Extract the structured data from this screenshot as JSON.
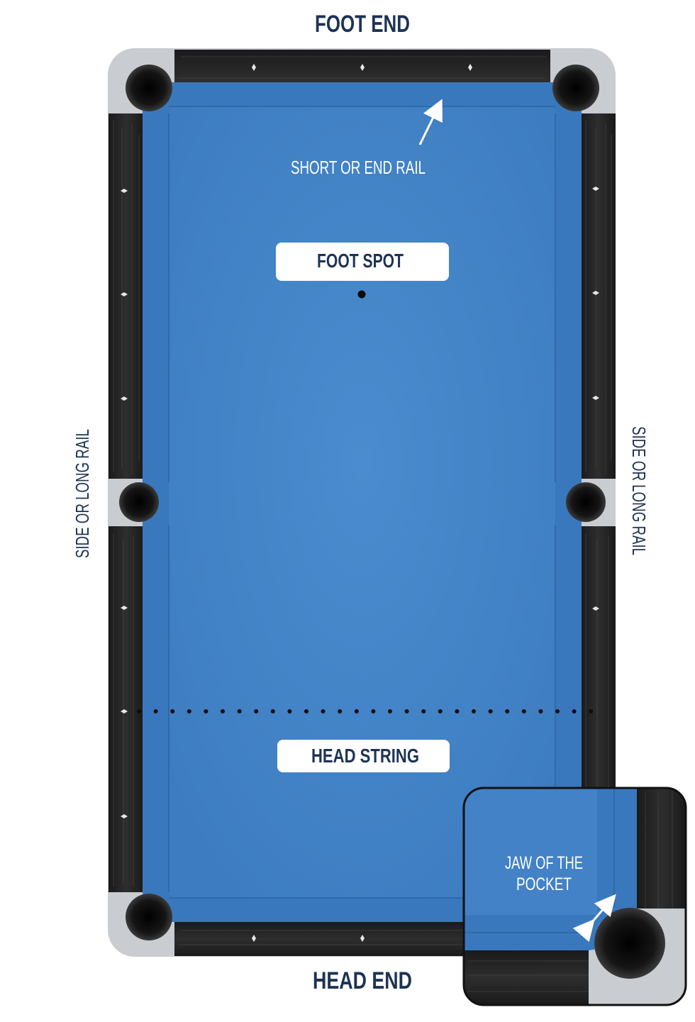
{
  "labels": {
    "foot_end": "FOOT END",
    "head_end": "HEAD END",
    "short_rail": "SHORT OR END RAIL",
    "side_rail_left": "SIDE OR LONG RAIL",
    "side_rail_right": "SIDE OR LONG RAIL",
    "foot_spot": "FOOT SPOT",
    "head_string": "HEAD STRING",
    "jaw_line1": "JAW OF THE",
    "jaw_line2": "POCKET"
  },
  "colors": {
    "navy_text": "#1d3354",
    "felt": "#4382c6",
    "felt_light": "#4a8ccf",
    "cushion": "#3a78bd",
    "rail_wood": "#242424",
    "corner_cap": "#c9ccd1",
    "pocket": "#111111",
    "diamond": "#e8e8e8"
  }
}
